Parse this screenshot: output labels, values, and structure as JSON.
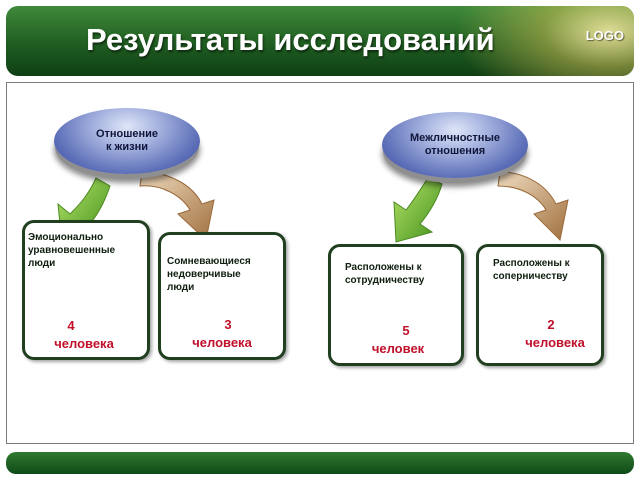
{
  "header": {
    "title": "Результаты исследований",
    "logo": "LOGO"
  },
  "colors": {
    "header_green": "#1f5d21",
    "ellipse_blue": "#5d6fb8",
    "box_border": "#1f3f1f",
    "count_red": "#c0102a",
    "arrow_green": "#6cb32a",
    "arrow_tan": "#c39a6a"
  },
  "groups": [
    {
      "label": "Отношение\nк жизни",
      "items": [
        {
          "text": "Эмоционально\nуравновешенные\nлюди",
          "count": "4",
          "unit": "человека"
        },
        {
          "text": "Сомневающиеся\nнедоверчивые\nлюди",
          "count": "3",
          "unit": "человека"
        }
      ]
    },
    {
      "label": "Межличностные\nотношения",
      "items": [
        {
          "text": "Расположены к\nсотрудничеству",
          "count": "5",
          "unit": "человек"
        },
        {
          "text": "Расположены к\nсоперничеству",
          "count": "2",
          "unit": "человека"
        }
      ]
    }
  ]
}
